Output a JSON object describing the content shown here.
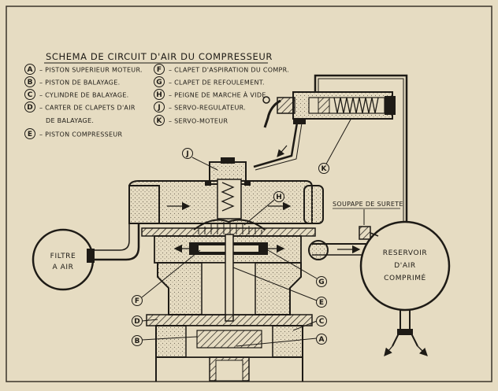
{
  "title": "SCHEMA DE CIRCUIT D'AIR DU COMPRESSEUR",
  "legend": [
    {
      "letter": "A",
      "text": "PISTON SUPERIEUR MOTEUR."
    },
    {
      "letter": "B",
      "text": "PISTON DE BALAYAGE."
    },
    {
      "letter": "C",
      "text": "CYLINDRE DE BALAYAGE."
    },
    {
      "letter": "D",
      "text": "CARTER DE CLAPETS D'AIR",
      "text2": "DE BALAYAGE."
    },
    {
      "letter": "E",
      "text": "PISTON COMPRESSEUR"
    },
    {
      "letter": "F",
      "text": "CLAPET D'ASPIRATION DU COMPR."
    },
    {
      "letter": "G",
      "text": "CLAPET DE REFOULEMENT."
    },
    {
      "letter": "H",
      "text": "PEIGNE DE MARCHE À VIDE."
    },
    {
      "letter": "J",
      "text": "SERVO-REGULATEUR."
    },
    {
      "letter": "K",
      "text": "SERVO-MOTEUR"
    }
  ],
  "filter": {
    "line1": "FILTRE",
    "line2": "A AIR"
  },
  "tank": {
    "line1": "RESERVOIR",
    "line2": "D'AIR",
    "line3": "COMPRIMÉ"
  },
  "safety_valve": "SOUPAPE DE SURETE",
  "colors": {
    "paper": "#e6dcc2",
    "ink": "#1e1b16",
    "shade": "#6b6453"
  }
}
